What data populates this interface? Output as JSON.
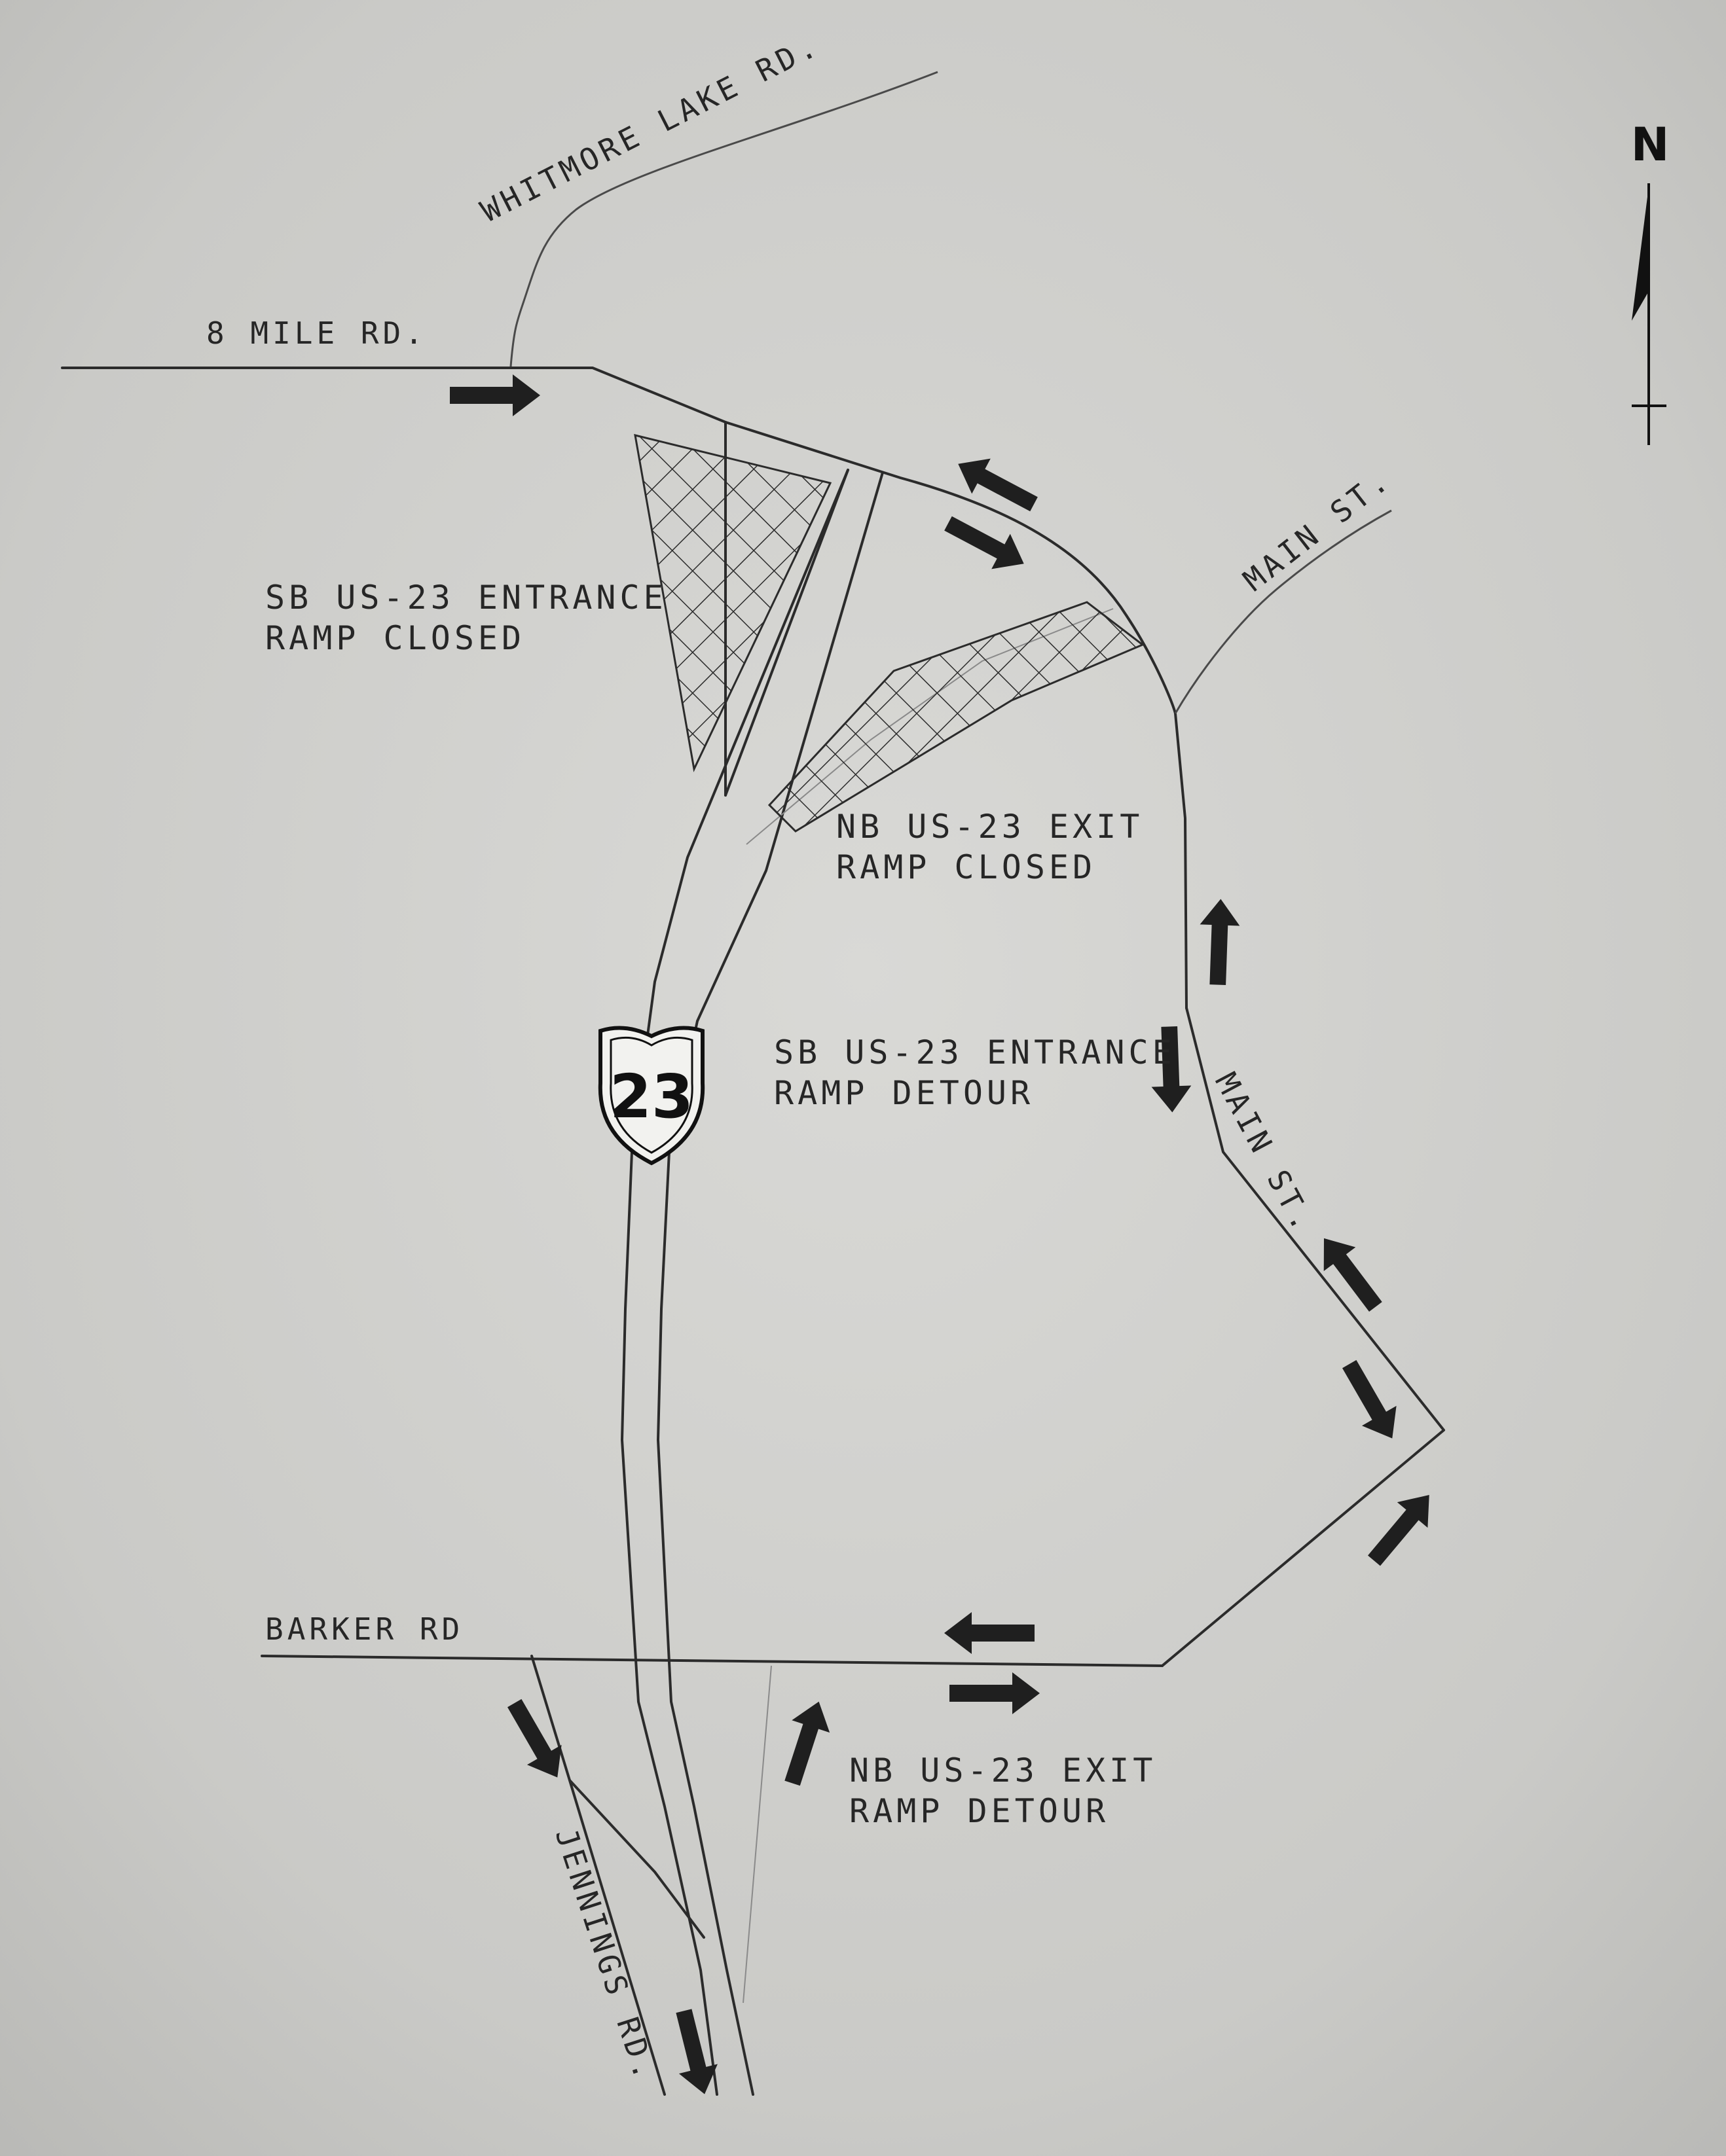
{
  "roads": {
    "whitmore_lake": "WHITMORE LAKE RD.",
    "eight_mile": "8 MILE RD.",
    "main_st_north": "MAIN ST.",
    "main_st_south": "MAIN ST.",
    "barker": "BARKER RD",
    "jennings": "JENNINGS RD."
  },
  "notes": {
    "sb_entrance_closed_line1": "SB US-23 ENTRANCE",
    "sb_entrance_closed_line2": "RAMP CLOSED",
    "nb_exit_closed_line1": "NB US-23 EXIT",
    "nb_exit_closed_line2": "RAMP CLOSED",
    "sb_entrance_detour_line1": "SB US-23 ENTRANCE",
    "sb_entrance_detour_line2": "RAMP DETOUR",
    "nb_exit_detour_line1": "NB US-23 EXIT",
    "nb_exit_detour_line2": "RAMP DETOUR"
  },
  "shield": {
    "route_number": "23",
    "icon": "us-highway-shield-icon"
  },
  "north_arrow": {
    "label": "N",
    "icon": "north-arrow-icon"
  },
  "colors": {
    "paper": "#cfcfcc",
    "ink": "#262626"
  }
}
